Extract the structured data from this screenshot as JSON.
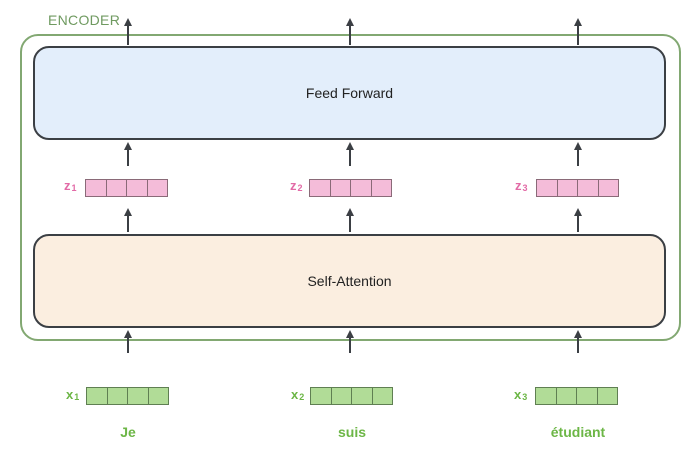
{
  "encoder": {
    "label": "ENCODER"
  },
  "blocks": {
    "feed_forward": "Feed Forward",
    "self_attention": "Self-Attention"
  },
  "z_vectors": [
    {
      "letter": "z",
      "sub": "1"
    },
    {
      "letter": "z",
      "sub": "2"
    },
    {
      "letter": "z",
      "sub": "3"
    }
  ],
  "x_vectors": [
    {
      "letter": "x",
      "sub": "1"
    },
    {
      "letter": "x",
      "sub": "2"
    },
    {
      "letter": "x",
      "sub": "3"
    }
  ],
  "words": [
    "Je",
    "suis",
    "étudiant"
  ],
  "colors": {
    "encoder_border": "#82a872",
    "feed_forward_fill": "#e3eefb",
    "self_attention_fill": "#fbeee0",
    "z_vector_fill": "#f4bcd9",
    "x_vector_fill": "#b1dc97",
    "z_label": "#e26aa6",
    "x_label": "#6cb646"
  }
}
